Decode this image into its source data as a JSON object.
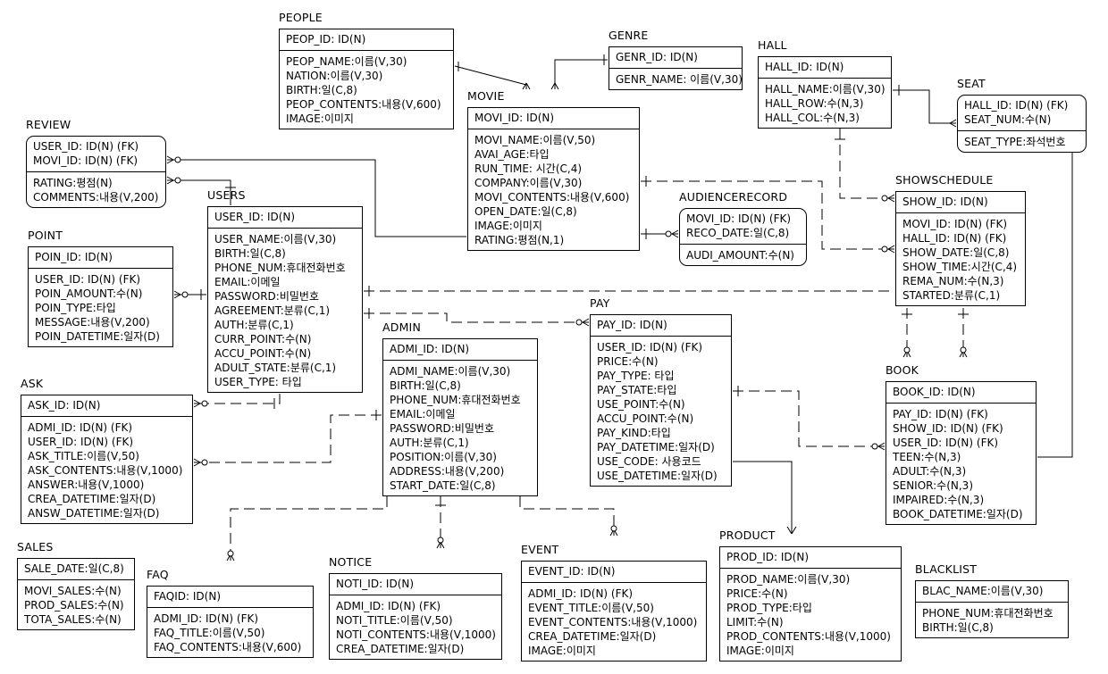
{
  "entities": [
    {
      "id": "people",
      "title": "PEOPLE",
      "keys": [
        "PEOP_ID: ID(N)"
      ],
      "attrs": [
        "PEOP_NAME:이름(V,30)",
        "NATION:이름(V,30)",
        "BIRTH:일(C,8)",
        "PEOP_CONTENTS:내용(V,600)",
        "IMAGE:이미지"
      ]
    },
    {
      "id": "genre",
      "title": "GENRE",
      "keys": [
        "GENR_ID: ID(N)"
      ],
      "attrs": [
        "GENR_NAME: 이름(V,30)"
      ]
    },
    {
      "id": "hall",
      "title": "HALL",
      "keys": [
        "HALL_ID: ID(N)"
      ],
      "attrs": [
        "HALL_NAME:이름(V,30)",
        "HALL_ROW:수(N,3)",
        "HALL_COL:수(N,3)"
      ]
    },
    {
      "id": "seat",
      "title": "SEAT",
      "keys": [
        "HALL_ID: ID(N) (FK)",
        "SEAT_NUM:수(N)"
      ],
      "attrs": [
        "SEAT_TYPE:좌석번호"
      ]
    },
    {
      "id": "movie",
      "title": "MOVIE",
      "keys": [
        "MOVI_ID: ID(N)"
      ],
      "attrs": [
        "MOVI_NAME:이름(V,50)",
        "AVAI_AGE:타입",
        "RUN_TIME: 시간(C,4)",
        "COMPANY:이름(V,30)",
        "MOVI_CONTENTS:내용(V,600)",
        "OPEN_DATE:일(C,8)",
        "IMAGE:이미지",
        "RATING:평점(N,1)"
      ]
    },
    {
      "id": "review",
      "title": "REVIEW",
      "keys": [
        "USER_ID: ID(N) (FK)",
        "MOVI_ID: ID(N) (FK)"
      ],
      "attrs": [
        "RATING:평점(N)",
        "COMMENTS:내용(V,200)"
      ]
    },
    {
      "id": "users",
      "title": "USERS",
      "keys": [
        "USER_ID: ID(N)"
      ],
      "attrs": [
        "USER_NAME:이름(V,30)",
        "BIRTH:일(C,8)",
        "PHONE_NUM:휴대전화번호",
        "EMAIL:이메일",
        "PASSWORD:비밀번호",
        "AGREEMENT:분류(C,1)",
        "AUTH:분류(C,1)",
        "CURR_POINT:수(N)",
        "ACCU_POINT:수(N)",
        "ADULT_STATE:분류(C,1)",
        "USER_TYPE: 타입"
      ]
    },
    {
      "id": "audience",
      "title": "AUDIENCERECORD",
      "keys": [
        "MOVI_ID: ID(N) (FK)",
        "RECO_DATE:일(C,8)"
      ],
      "attrs": [
        "AUDI_AMOUNT:수(N)"
      ]
    },
    {
      "id": "show",
      "title": "SHOWSCHEDULE",
      "keys": [
        "SHOW_ID: ID(N)"
      ],
      "attrs": [
        "MOVI_ID: ID(N) (FK)",
        "HALL_ID: ID(N) (FK)",
        "SHOW_DATE:일(C,8)",
        "SHOW_TIME:시간(C,4)",
        "REMA_NUM:수(N,3)",
        "STARTED:분류(C,1)"
      ]
    },
    {
      "id": "point",
      "title": "POINT",
      "keys": [
        "POIN_ID: ID(N)"
      ],
      "attrs": [
        "USER_ID: ID(N) (FK)",
        "POIN_AMOUNT:수(N)",
        "POIN_TYPE:타입",
        "MESSAGE:내용(V,200)",
        "POIN_DATETIME:일자(D)"
      ]
    },
    {
      "id": "pay",
      "title": "PAY",
      "keys": [
        "PAY_ID: ID(N)"
      ],
      "attrs": [
        "USER_ID: ID(N) (FK)",
        "PRICE:수(N)",
        "PAY_TYPE: 타입",
        "PAY_STATE:타입",
        "USE_POINT:수(N)",
        "ACCU_POINT:수(N)",
        "PAY_KIND:타입",
        "PAY_DATETIME:일자(D)",
        "USE_CODE: 사용코드",
        "USE_DATETIME:일자(D)"
      ]
    },
    {
      "id": "admin",
      "title": "ADMIN",
      "keys": [
        "ADMI_ID: ID(N)"
      ],
      "attrs": [
        "ADMI_NAME:이름(V,30)",
        "BIRTH:일(C,8)",
        "PHONE_NUM:휴대전화번호",
        "EMAIL:이메일",
        "PASSWORD:비밀번호",
        "AUTH:분류(C,1)",
        "POSITION:이름(V,30)",
        "ADDRESS:내용(V,200)",
        "START_DATE:일(C,8)"
      ]
    },
    {
      "id": "ask",
      "title": "ASK",
      "keys": [
        "ASK_ID: ID(N)"
      ],
      "attrs": [
        "ADMI_ID: ID(N) (FK)",
        "USER_ID: ID(N) (FK)",
        "ASK_TITLE:이름(V,50)",
        "ASK_CONTENTS:내용(V,1000)",
        "ANSWER:내용(V,1000)",
        "CREA_DATETIME:일자(D)",
        "ANSW_DATETIME:일자(D)"
      ]
    },
    {
      "id": "book",
      "title": "BOOK",
      "keys": [
        "BOOK_ID: ID(N)"
      ],
      "attrs": [
        "PAY_ID: ID(N) (FK)",
        "SHOW_ID: ID(N) (FK)",
        "USER_ID: ID(N) (FK)",
        "TEEN:수(N,3)",
        "ADULT:수(N,3)",
        "SENIOR:수(N,3)",
        "IMPAIRED:수(N,3)",
        "BOOK_DATETIME:일자(D)"
      ]
    },
    {
      "id": "sales",
      "title": "SALES",
      "keys": [
        "SALE_DATE:일(C,8)"
      ],
      "attrs": [
        "MOVI_SALES:수(N)",
        "PROD_SALES:수(N)",
        "TOTA_SALES:수(N)"
      ]
    },
    {
      "id": "faq",
      "title": "FAQ",
      "keys": [
        "FAQID: ID(N)"
      ],
      "attrs": [
        "ADMI_ID: ID(N) (FK)",
        "FAQ_TITLE:이름(V,50)",
        "FAQ_CONTENTS:내용(V,600)"
      ]
    },
    {
      "id": "notice",
      "title": "NOTICE",
      "keys": [
        "NOTI_ID: ID(N)"
      ],
      "attrs": [
        "ADMI_ID: ID(N) (FK)",
        "NOTI_TITLE:이름(V,50)",
        "NOTI_CONTENTS:내용(V,1000)",
        "CREA_DATETIME:일자(D)"
      ]
    },
    {
      "id": "event",
      "title": "EVENT",
      "keys": [
        "EVENT_ID: ID(N)"
      ],
      "attrs": [
        "ADMI_ID: ID(N) (FK)",
        "EVENT_TITLE:이름(V,50)",
        "EVENT_CONTENTS:내용(V,1000)",
        "CREA_DATETIME:일자(D)",
        "IMAGE:이미지"
      ]
    },
    {
      "id": "product",
      "title": "PRODUCT",
      "keys": [
        "PROD_ID: ID(N)"
      ],
      "attrs": [
        "PROD_NAME:이름(V,30)",
        "PRICE:수(N)",
        "PROD_TYPE:타입",
        "LIMIT:수(N)",
        "PROD_CONTENTS:내용(V,1000)",
        "IMAGE:이미지"
      ]
    },
    {
      "id": "blacklist",
      "title": "BLACKLIST",
      "keys": [
        "BLAC_NAME:이름(V,30)"
      ],
      "attrs": [
        "PHONE_NUM:휴대전화번호",
        "BIRTH:일(C,8)"
      ]
    }
  ]
}
